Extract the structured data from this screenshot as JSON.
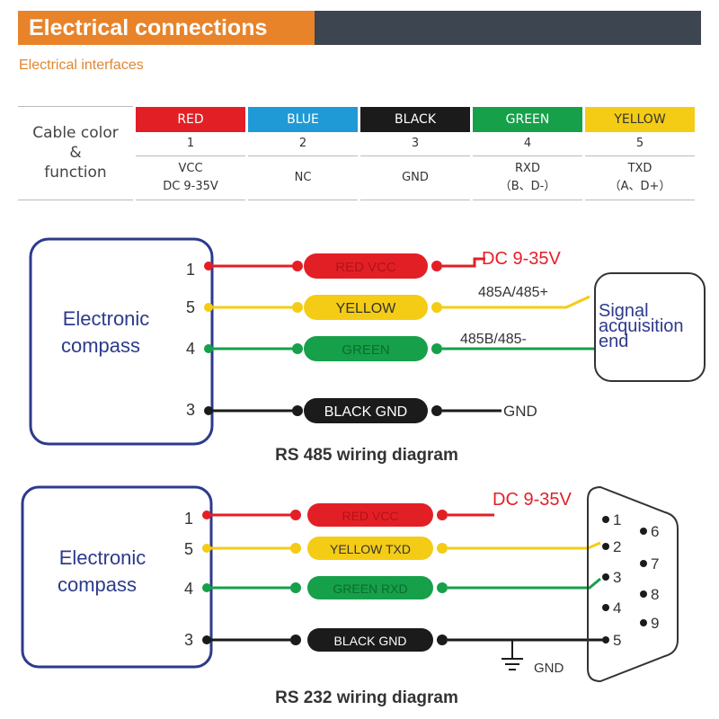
{
  "header": {
    "title": "Electrical connections"
  },
  "subtitle": "Electrical interfaces",
  "table": {
    "row_header": [
      "Cable color",
      "&",
      "function"
    ],
    "columns": [
      {
        "color_name": "RED",
        "pin": "1",
        "function": [
          "VCC",
          "DC 9-35V"
        ]
      },
      {
        "color_name": "BLUE",
        "pin": "2",
        "function": [
          "NC"
        ]
      },
      {
        "color_name": "BLACK",
        "pin": "3",
        "function": [
          "GND"
        ]
      },
      {
        "color_name": "GREEN",
        "pin": "4",
        "function": [
          "RXD",
          "（B、D-）"
        ]
      },
      {
        "color_name": "YELLOW",
        "pin": "5",
        "function": [
          "TXD",
          "（A、D+）"
        ]
      }
    ]
  },
  "colors": {
    "red": "#e31f26",
    "blue": "#1f9ad6",
    "black": "#1b1b1b",
    "green": "#16a04a",
    "yellow": "#f4cc16",
    "accent": "#e8832a",
    "header_bar": "#3d4550",
    "box": "#2d3a8c"
  },
  "rs485": {
    "device": [
      "Electronic",
      "compass"
    ],
    "pins": [
      "1",
      "5",
      "4",
      "3"
    ],
    "wires": [
      "RED   VCC",
      "YELLOW",
      "GREEN",
      "BLACK GND"
    ],
    "labels": {
      "power": "DC 9-35V",
      "a": "485A/485+",
      "b": "485B/485-",
      "gnd": "GND"
    },
    "target": [
      "Signal",
      "acquisition",
      "end"
    ],
    "caption": "RS 485 wiring diagram"
  },
  "rs232": {
    "device": [
      "Electronic",
      "compass"
    ],
    "pins": [
      "1",
      "5",
      "4",
      "3"
    ],
    "wires": [
      "RED   VCC",
      "YELLOW  TXD",
      "GREEN   RXD",
      "BLACK  GND"
    ],
    "power": "DC 9-35V",
    "gnd": "GND",
    "db9_left": [
      "1",
      "2",
      "3",
      "4",
      "5"
    ],
    "db9_right": [
      "6",
      "7",
      "8",
      "9"
    ],
    "caption": "RS 232 wiring diagram"
  }
}
